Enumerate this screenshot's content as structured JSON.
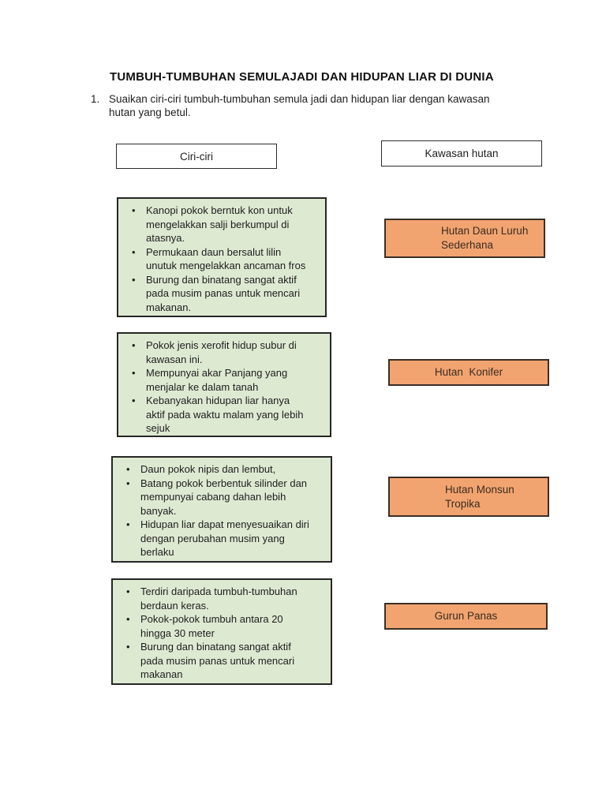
{
  "page": {
    "title": "TUMBUH-TUMBUHAN SEMULAJADI DAN HIDUPAN LIAR DI DUNIA",
    "question": {
      "number": "1.",
      "text": "Suaikan ciri-ciri tumbuh-tumbuhan semula jadi dan hidupan liar dengan kawasan\nhutan yang betul."
    }
  },
  "headers": {
    "left": "Ciri-ciri",
    "right": "Kawasan hutan"
  },
  "ciri_boxes": [
    {
      "bullets": [
        "Kanopi pokok berntuk kon untuk\nmengelakkan salji berkumpul di\natasnya.",
        "Permukaan daun bersalut lilin\nunutuk mengelakkan ancaman fros",
        "Burung dan binatang sangat aktif\npada musim panas untuk mencari\nmakanan."
      ]
    },
    {
      "bullets": [
        "Pokok jenis xerofit hidup subur di\nkawasan ini.",
        "Mempunyai akar Panjang yang\nmenjalar ke dalam tanah",
        "Kebanyakan hidupan liar hanya\naktif pada waktu malam yang lebih\nsejuk"
      ]
    },
    {
      "bullets": [
        "Daun pokok nipis dan lembut,",
        "Batang pokok berbentuk silinder dan\nmempunyai cabang dahan lebih\nbanyak.",
        "Hidupan liar dapat menyesuaikan diri\ndengan perubahan musim yang\nberlaku"
      ]
    },
    {
      "bullets": [
        "Terdiri daripada tumbuh-tumbuhan\nberdaun keras.",
        "Pokok-pokok tumbuh antara 20\nhingga 30 meter",
        "Burung dan binatang sangat aktif\npada musim panas untuk mencari\nmakanan"
      ]
    }
  ],
  "kawasan_boxes": [
    {
      "label": "Hutan Daun Luruh\nSederhana"
    },
    {
      "label": "Hutan  Konifer"
    },
    {
      "label": "Hutan Monsun\nTropika"
    },
    {
      "label": "Gurun Panas"
    }
  ],
  "colors": {
    "ciri_fill": "#dee9d2",
    "kawasan_fill": "#f2a470",
    "box_border": "#262626",
    "text": "#1e1e1e"
  }
}
